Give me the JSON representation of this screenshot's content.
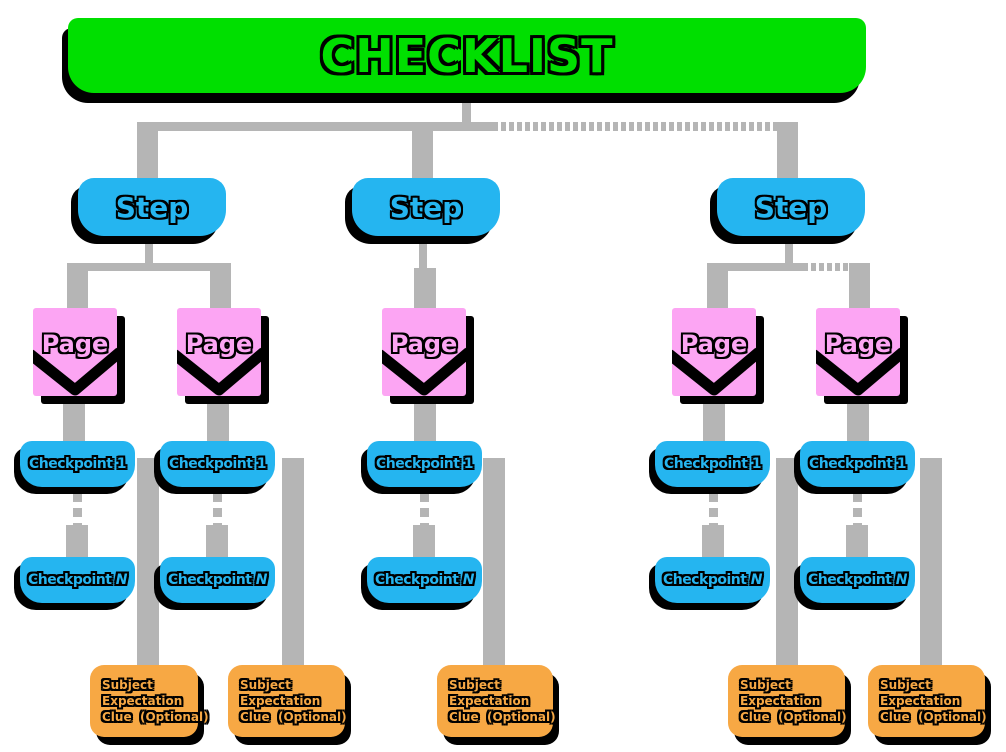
{
  "title": "CHECKLIST",
  "labels": {
    "step": "Step",
    "page": "Page",
    "checkpoint_first": "Checkpoint 1",
    "checkpoint_last_prefix": "Checkpoint ",
    "checkpoint_last_n": "N"
  },
  "optional_box": {
    "line1": "Subject",
    "line2": "Expectation",
    "line3": "Clue  (Optional)"
  },
  "structure": {
    "steps": 3,
    "pages_per_step": [
      2,
      1,
      2
    ],
    "checkpoint_columns": 5,
    "optional_boxes": 5
  },
  "colors": {
    "banner": "#00DF00",
    "node": "#25B5F0",
    "page": "#FCA5F3",
    "optional": "#F7A844",
    "connector": "#B5B5B5",
    "outline": "#000000"
  }
}
